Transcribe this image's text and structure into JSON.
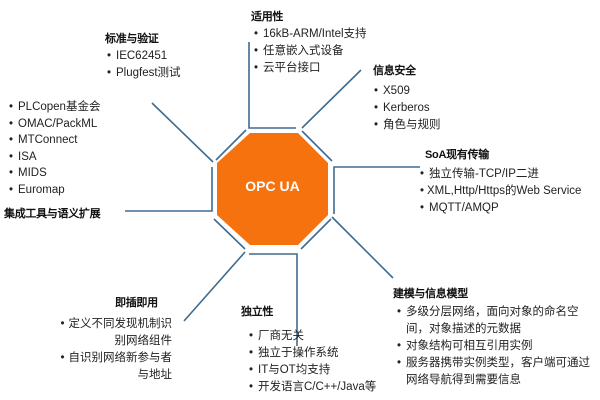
{
  "center": {
    "label": "OPC UA",
    "color": "#f5720e"
  },
  "line_color": "#3e6b90",
  "branches": [
    {
      "title": "适用性",
      "items": [
        "16kB-ARM/Intel支持",
        "任意嵌入式设备",
        "云平台接口"
      ]
    },
    {
      "title": "标准与验证",
      "items": [
        "IEC62451",
        "Plugfest测试"
      ]
    },
    {
      "title": "集成工具与语义扩展",
      "items": [
        "PLCopen基金会",
        "OMAC/PackML",
        "MTConnect",
        "ISA",
        "MIDS",
        "Euromap"
      ]
    },
    {
      "title": "信息安全",
      "items": [
        "X509",
        "Kerberos",
        "角色与规则"
      ]
    },
    {
      "title": "SoA现有传输",
      "items": [
        "独立传输-TCP/IP二进",
        "XML,Http/Https的Web Service",
        "MQTT/AMQP"
      ]
    },
    {
      "title": "建模与信息模型",
      "items": [
        "多级分层网络，面向对象的命名空间，对象描述的元数据",
        "对象结构可相互引用实例",
        "服务器携带实例类型，客户端可通过网络导航得到需要信息"
      ]
    },
    {
      "title": "即插即用",
      "items": [
        "定义不同发现机制识别网络组件",
        "自识别网络新参与者与地址"
      ]
    },
    {
      "title": "独立性",
      "items": [
        "厂商无关",
        "独立于操作系统",
        "IT与OT均支持",
        "开发语言C/C++/Java等"
      ]
    }
  ]
}
